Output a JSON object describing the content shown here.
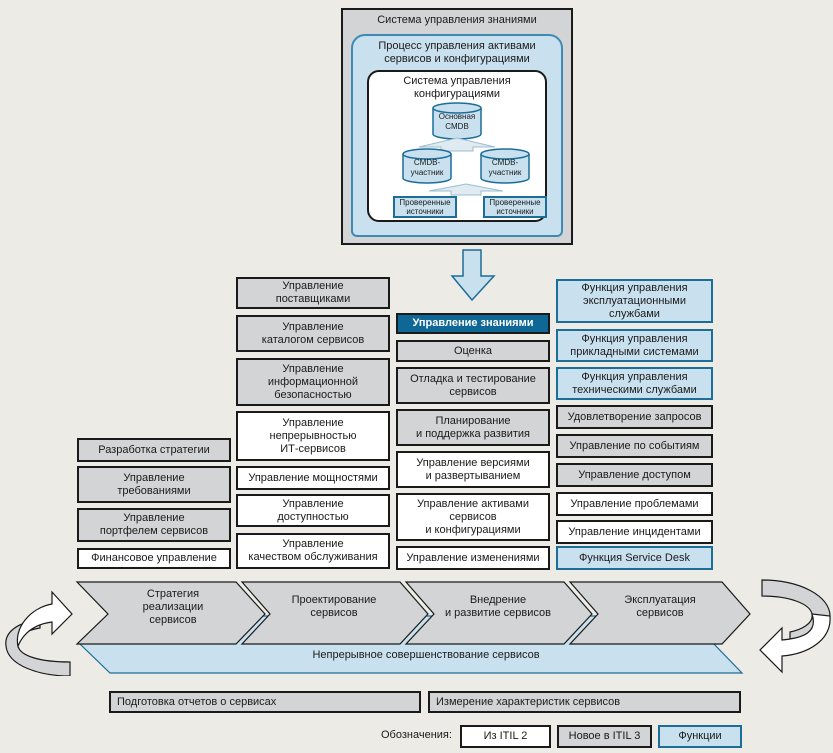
{
  "knowledge_system": {
    "title": "Система управления знаниями",
    "process_title": "Процесс управления активами\nсервисов и конфигурациями",
    "cms_title": "Система управления\nконфигурациями",
    "main_cmdb": "Основная\nCMDB",
    "participant_cmdb_left": "CMDB-\nучастник",
    "participant_cmdb_right": "CMDB-\nучастник",
    "verified_sources_left": "Проверенные\nисточники",
    "verified_sources_right": "Проверенные\nисточники"
  },
  "columns": {
    "strategy": [
      {
        "label": "Разработка стратегии",
        "type": "new"
      },
      {
        "label": "Управление\nтребованиями",
        "type": "new"
      },
      {
        "label": "Управление\nпортфелем сервисов",
        "type": "new"
      },
      {
        "label": "Финансовое управление",
        "type": "itil2"
      }
    ],
    "design": [
      {
        "label": "Управление\nпоставщиками",
        "type": "new"
      },
      {
        "label": "Управление\nкаталогом сервисов",
        "type": "new"
      },
      {
        "label": "Управление\nинформационной\nбезопасностью",
        "type": "new"
      },
      {
        "label": "Управление\nнепрерывностью\nИТ-сервисов",
        "type": "itil2"
      },
      {
        "label": "Управление мощностями",
        "type": "itil2"
      },
      {
        "label": "Управление\nдоступностью",
        "type": "itil2"
      },
      {
        "label": "Управление\nкачеством обслуживания",
        "type": "itil2"
      }
    ],
    "transition": [
      {
        "label": "Управление знаниями",
        "type": "highlight"
      },
      {
        "label": "Оценка",
        "type": "new"
      },
      {
        "label": "Отладка и тестирование\nсервисов",
        "type": "new"
      },
      {
        "label": "Планирование\nи поддержка развития",
        "type": "new"
      },
      {
        "label": "Управление версиями\nи развертыванием",
        "type": "itil2"
      },
      {
        "label": "Управление активами\nсервисов\nи конфигурациями",
        "type": "itil2"
      },
      {
        "label": "Управление изменениями",
        "type": "itil2"
      }
    ],
    "operation": [
      {
        "label": "Функция управления\nэксплуатационными\nслужбами",
        "type": "function"
      },
      {
        "label": "Функция управления\nприкладными системами",
        "type": "function"
      },
      {
        "label": "Функция управления\nтехническими службами",
        "type": "function"
      },
      {
        "label": "Удовлетворение запросов",
        "type": "new"
      },
      {
        "label": "Управление по событиям",
        "type": "new"
      },
      {
        "label": "Управление доступом",
        "type": "new"
      },
      {
        "label": "Управление проблемами",
        "type": "itil2"
      },
      {
        "label": "Управление инцидентами",
        "type": "itil2"
      },
      {
        "label": "Функция Service Desk",
        "type": "function"
      }
    ]
  },
  "lifecycle": {
    "stages": [
      "Стратегия\nреализации\nсервисов",
      "Проектирование\nсервисов",
      "Внедрение\nи развитие сервисов",
      "Эксплуатация\nсервисов"
    ],
    "improvement": "Непрерывное совершенствование сервисов"
  },
  "bottom": {
    "reporting": "Подготовка отчетов о сервисах",
    "measurement": "Измерение характеристик сервисов"
  },
  "legend": {
    "label": "Обозначения:",
    "items": [
      {
        "label": "Из ITIL 2",
        "type": "itil2"
      },
      {
        "label": "Новое в ITIL 3",
        "type": "new"
      },
      {
        "label": "Функции",
        "type": "function"
      }
    ]
  },
  "colors": {
    "background": "#ecebe5",
    "new_in_itil3": "#d3d4d6",
    "from_itil2": "#ffffff",
    "function": "#c9e1ef",
    "function_border": "#1c6d98",
    "highlight": "#0f6795"
  }
}
